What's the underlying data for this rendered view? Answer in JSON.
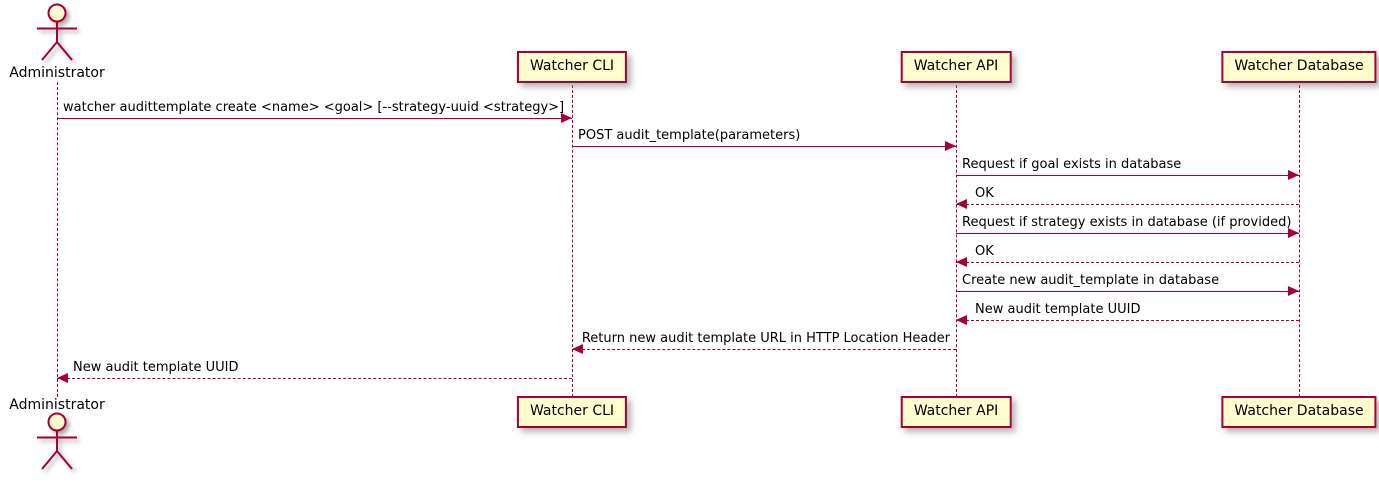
{
  "diagram": {
    "type": "uml-sequence-diagram",
    "colors": {
      "accent": "#A80036",
      "participant_fill": "#FEFECE",
      "text": "#000000",
      "background": "#FFFFFF"
    },
    "actor": {
      "label": "Administrator"
    },
    "participants": [
      {
        "name": "Watcher CLI"
      },
      {
        "name": "Watcher API"
      },
      {
        "name": "Watcher Database"
      }
    ],
    "messages": [
      {
        "from": "Administrator",
        "to": "Watcher CLI",
        "style": "solid",
        "text": "watcher audittemplate create <name> <goal> [--strategy-uuid <strategy>]"
      },
      {
        "from": "Watcher CLI",
        "to": "Watcher API",
        "style": "solid",
        "text": "POST audit_template(parameters)"
      },
      {
        "from": "Watcher API",
        "to": "Watcher Database",
        "style": "solid",
        "text": "Request if goal exists in database"
      },
      {
        "from": "Watcher Database",
        "to": "Watcher API",
        "style": "dashed",
        "text": "OK"
      },
      {
        "from": "Watcher API",
        "to": "Watcher Database",
        "style": "solid",
        "text": "Request if strategy exists in database (if provided)"
      },
      {
        "from": "Watcher Database",
        "to": "Watcher API",
        "style": "dashed",
        "text": "OK"
      },
      {
        "from": "Watcher API",
        "to": "Watcher Database",
        "style": "solid",
        "text": "Create new audit_template in database"
      },
      {
        "from": "Watcher Database",
        "to": "Watcher API",
        "style": "dashed",
        "text": "New audit template UUID"
      },
      {
        "from": "Watcher API",
        "to": "Watcher CLI",
        "style": "dashed",
        "text": "Return new audit template URL in HTTP Location Header"
      },
      {
        "from": "Watcher CLI",
        "to": "Administrator",
        "style": "dashed",
        "text": "New audit template UUID"
      }
    ]
  }
}
